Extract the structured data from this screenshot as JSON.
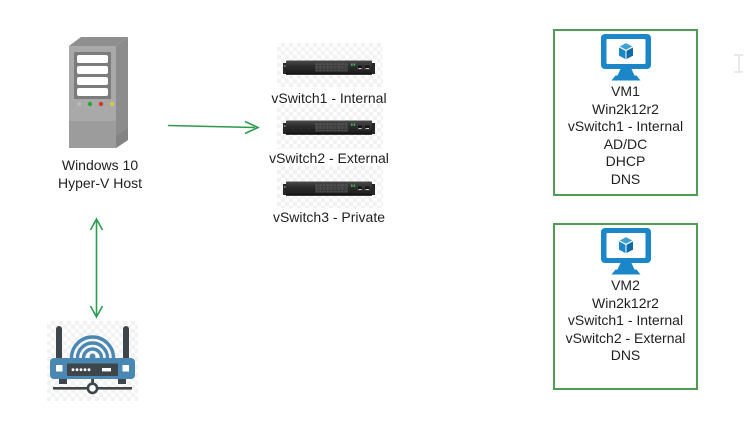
{
  "host": {
    "icon": "server-tower-icon",
    "labels": [
      "Windows 10",
      "Hyper-V Host"
    ]
  },
  "switches": [
    {
      "icon": "network-switch-icon",
      "label": "vSwitch1 - Internal"
    },
    {
      "icon": "network-switch-icon",
      "label": "vSwitch2 - External"
    },
    {
      "icon": "network-switch-icon",
      "label": "vSwitch3 - Private"
    }
  ],
  "vms": [
    {
      "icon": "virtual-machine-icon",
      "lines": [
        "VM1",
        "Win2k12r2",
        "vSwitch1 - Internal",
        "AD/DC",
        "DHCP",
        "DNS"
      ]
    },
    {
      "icon": "virtual-machine-icon",
      "lines": [
        "VM2",
        "Win2k12r2",
        "vSwitch1 - Internal",
        "vSwitch2 - External",
        "DNS"
      ]
    }
  ],
  "router": {
    "icon": "wireless-router-icon"
  },
  "connections": [
    {
      "from": "hyperv-host",
      "to": "vswitches",
      "style": "single-arrow"
    },
    {
      "from": "hyperv-host",
      "to": "router",
      "style": "double-arrow"
    }
  ],
  "colors": {
    "arrow_green": "#2e9b4e",
    "vm_border_green": "#4f9d55",
    "vm_icon_blue": "#1b87c9",
    "router_blue": "#4a87b3",
    "router_dark": "#3f464b",
    "text": "#1f1f1f"
  }
}
